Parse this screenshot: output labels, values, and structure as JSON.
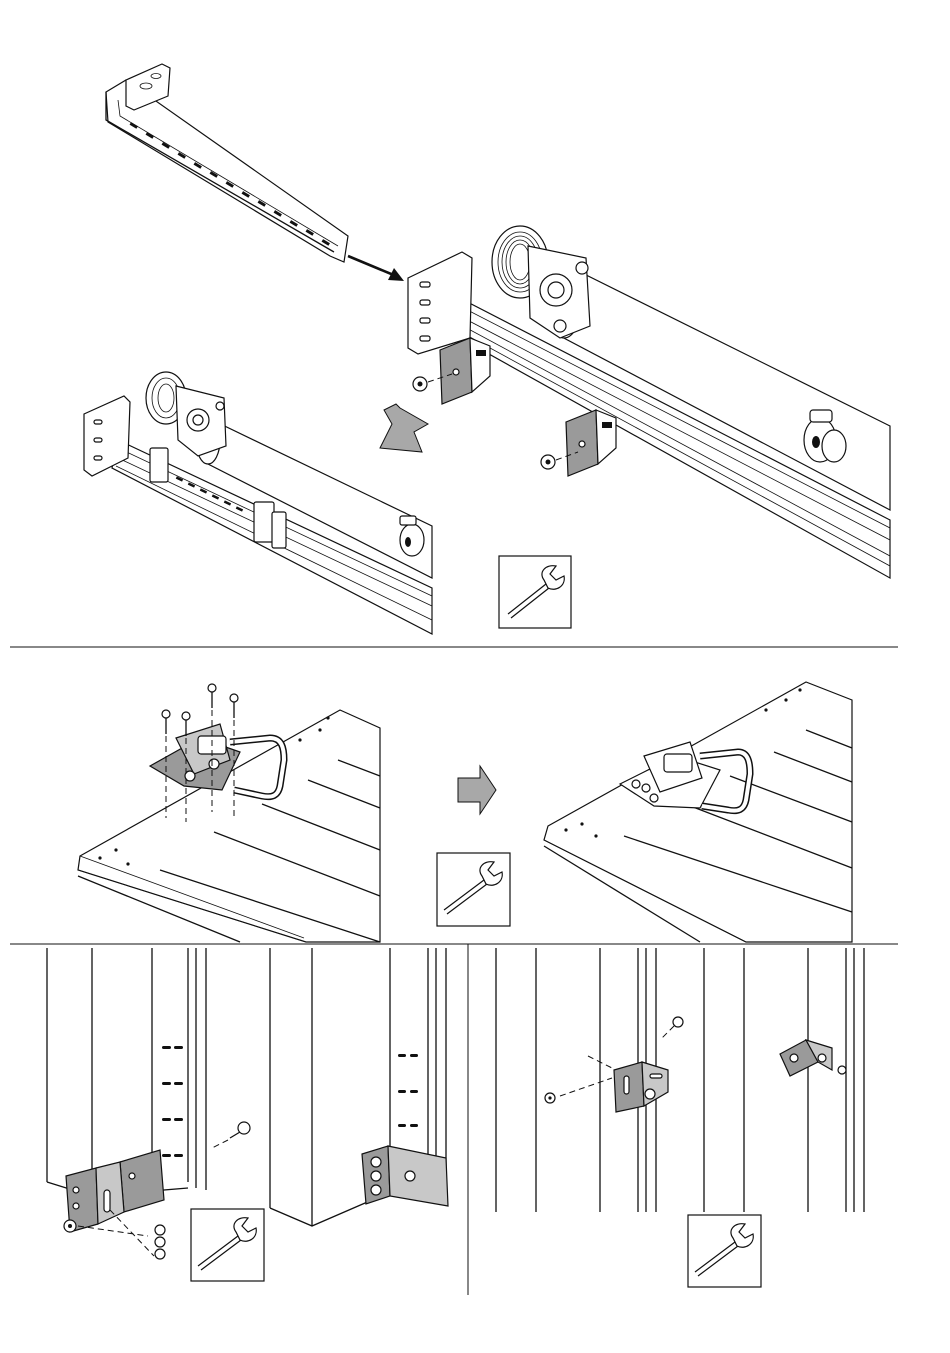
{
  "document": {
    "kind": "assembly-instruction-sheet",
    "text": []
  },
  "steps": [
    {
      "id": "step-top",
      "tool_icon": "wrench-icon"
    },
    {
      "id": "step-middle",
      "tool_icon": "wrench-icon",
      "direction_icon": "arrow-right-icon"
    },
    {
      "id": "step-bottom-left",
      "tool_icon": "wrench-icon"
    },
    {
      "id": "step-bottom-right",
      "tool_icon": "wrench-icon"
    }
  ],
  "colors": {
    "line": "#111111",
    "part_fill": "#ffffff",
    "bracket_grey": "#9a9a9a",
    "arrow_grey": "#a8a8a8"
  }
}
